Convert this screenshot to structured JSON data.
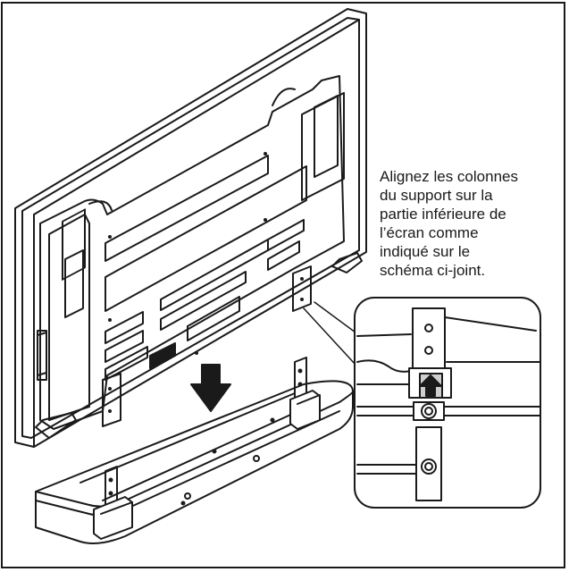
{
  "instruction": {
    "lines": [
      "Alignez les colonnes",
      "du support sur la",
      "partie inférieure de",
      "l’écran comme",
      "indiqué sur le",
      "schéma ci-joint."
    ]
  },
  "colors": {
    "line": "#1a1a1a",
    "screen_fill": "#ffffff",
    "grille": "#1a1a1a"
  },
  "icons": [
    "down-arrow-icon",
    "up-arrow-icon",
    "magnifier-callout"
  ]
}
